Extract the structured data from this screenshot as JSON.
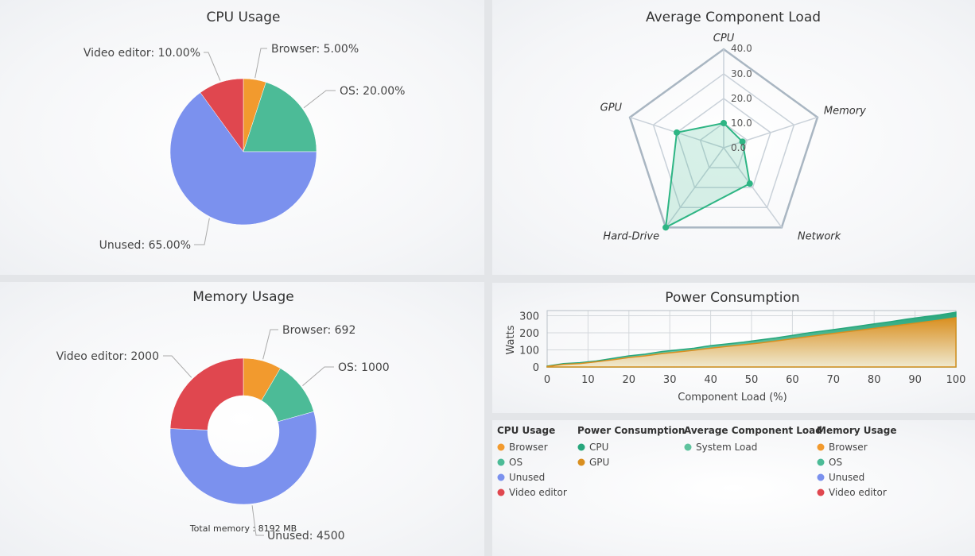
{
  "colors": {
    "browser": "#f29a2e",
    "os": "#4cbb97",
    "unused": "#7b91ee",
    "video_editor": "#e0474f",
    "cpu_line": "#27a67c",
    "gpu_area": "#d98f20",
    "radar": "#2eb584"
  },
  "chart_data": [
    {
      "id": "cpu",
      "type": "pie",
      "title": "CPU Usage",
      "slices": [
        {
          "name": "Browser",
          "value": 5.0,
          "label": "Browser: 5.00%"
        },
        {
          "name": "OS",
          "value": 20.0,
          "label": "OS: 20.00%"
        },
        {
          "name": "Unused",
          "value": 65.0,
          "label": "Unused: 65.00%"
        },
        {
          "name": "Video editor",
          "value": 10.0,
          "label": "Video editor: 10.00%"
        }
      ]
    },
    {
      "id": "radar",
      "type": "radar",
      "title": "Average Component Load",
      "axes": [
        "CPU",
        "Memory",
        "Network",
        "Hard-Drive",
        "GPU"
      ],
      "ticks": [
        "0.0",
        "10.0",
        "20.0",
        "30.0",
        "40.0"
      ],
      "range": [
        0,
        40
      ],
      "series": [
        {
          "name": "System Load",
          "values": [
            10,
            8,
            18,
            40,
            20
          ]
        }
      ]
    },
    {
      "id": "mem",
      "type": "donut",
      "title": "Memory Usage",
      "center_text": "Total memory : 8192 MB",
      "slices": [
        {
          "name": "Browser",
          "value": 692,
          "label": "Browser: 692"
        },
        {
          "name": "OS",
          "value": 1000,
          "label": "OS: 1000"
        },
        {
          "name": "Unused",
          "value": 4500,
          "label": "Unused: 4500"
        },
        {
          "name": "Video editor",
          "value": 2000,
          "label": "Video editor: 2000"
        }
      ]
    },
    {
      "id": "power",
      "type": "area",
      "title": "Power Consumption",
      "xlabel": "Component Load (%)",
      "ylabel": "Watts",
      "xticks": [
        "0",
        "10",
        "20",
        "30",
        "40",
        "50",
        "60",
        "70",
        "80",
        "90",
        "100"
      ],
      "yticks": [
        "0",
        "100",
        "200",
        "300"
      ],
      "xlim": [
        0,
        100
      ],
      "ylim": [
        0,
        330
      ],
      "x": [
        0,
        4,
        8,
        12,
        16,
        20,
        24,
        28,
        32,
        36,
        40,
        44,
        48,
        52,
        56,
        60,
        64,
        68,
        72,
        76,
        80,
        84,
        88,
        92,
        96,
        100
      ],
      "series": [
        {
          "name": "CPU",
          "values": [
            5,
            20,
            25,
            35,
            50,
            65,
            75,
            90,
            100,
            110,
            125,
            135,
            145,
            158,
            170,
            185,
            200,
            212,
            225,
            238,
            252,
            265,
            280,
            293,
            305,
            320
          ]
        },
        {
          "name": "GPU",
          "values": [
            3,
            15,
            20,
            30,
            42,
            55,
            65,
            78,
            88,
            98,
            110,
            120,
            130,
            140,
            152,
            165,
            178,
            190,
            202,
            214,
            226,
            238,
            250,
            262,
            274,
            288
          ]
        }
      ]
    }
  ],
  "legend": {
    "groups": [
      {
        "title": "CPU Usage",
        "items": [
          {
            "label": "Browser",
            "color": "#f29a2e"
          },
          {
            "label": "OS",
            "color": "#4cbb97"
          },
          {
            "label": "Unused",
            "color": "#7b91ee"
          },
          {
            "label": "Video editor",
            "color": "#e0474f"
          }
        ]
      },
      {
        "title": "Power Consumption",
        "items": [
          {
            "label": "CPU",
            "color": "#27a67c"
          },
          {
            "label": "GPU",
            "color": "#d98f20"
          }
        ]
      },
      {
        "title": "Average Component Load",
        "items": [
          {
            "label": "System Load",
            "color": "#5fc39e"
          }
        ]
      },
      {
        "title": "Memory Usage",
        "items": [
          {
            "label": "Browser",
            "color": "#f29a2e"
          },
          {
            "label": "OS",
            "color": "#4cbb97"
          },
          {
            "label": "Unused",
            "color": "#7b91ee"
          },
          {
            "label": "Video editor",
            "color": "#e0474f"
          }
        ]
      }
    ]
  }
}
